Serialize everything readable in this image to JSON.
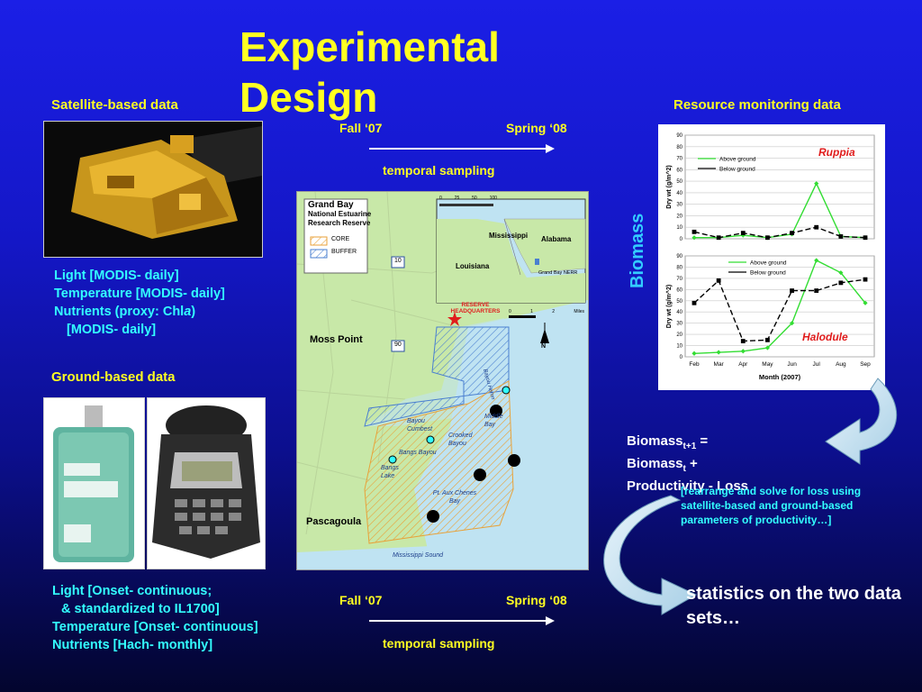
{
  "slide": {
    "title": "Experimental Design",
    "satellite_header": "Satellite-based data",
    "ground_header": "Ground-based data",
    "resource_header": "Resource monitoring data",
    "satellite_list": [
      "Light [MODIS- daily]",
      "Temperature [MODIS- daily]",
      "Nutrients (proxy: Chl",
      "a",
      ")",
      "[MODIS- daily]"
    ],
    "ground_list": [
      "Light [Onset- continuous;",
      "& standardized to IL1700]",
      "Temperature [Onset- continuous]",
      "Nutrients [Hach- monthly]"
    ],
    "temporal_top": {
      "start": "Fall ‘07",
      "end": "Spring ‘08",
      "label": "temporal sampling"
    },
    "temporal_bottom": {
      "start": "Fall ‘07",
      "end": "Spring ‘08",
      "label": "temporal sampling"
    },
    "biomass_axis_label": "Biomass",
    "equation": {
      "l1": "Biomass",
      "l1sub": "t+1",
      "l1end": " =",
      "l2": "Biomass",
      "l2sub": "t",
      "l2end": " +",
      "l3": "Productivity - Loss"
    },
    "note": "[rearrange and solve for loss using satellite-based and ground-based parameters of productivity…]",
    "statistics": "statistics on the two data sets…"
  },
  "map": {
    "title_lines": [
      "Grand Bay",
      "National Estuarine",
      "Research Reserve"
    ],
    "legend": [
      "CORE",
      "BUFFER"
    ],
    "inset_labels": [
      "Mississippi",
      "Alabama",
      "Louisiana",
      "Grand Bay NERR"
    ],
    "places": [
      "Moss Point",
      "Pascagoula",
      "RESERVE HEADQUARTERS",
      "Bayou Cumbest",
      "Crooked Bayou",
      "Bangs Bayou",
      "Bangs Lake",
      "Middle Bay",
      "Pt. Aux Chenes Bay",
      "Mississippi Sound",
      "Bayou Heron"
    ],
    "scale": [
      "0",
      "1",
      "2",
      "Miles"
    ],
    "inset_scale": [
      "0",
      "25",
      "50",
      "100"
    ],
    "roads": [
      "10",
      "90"
    ],
    "north": "N"
  },
  "chart_data": [
    {
      "type": "line",
      "title": "",
      "annotation": "Ruppia",
      "ylabel": "Dry wt (g/m^2)",
      "ylim": [
        0,
        90
      ],
      "yticks": [
        0,
        10,
        20,
        30,
        40,
        50,
        60,
        70,
        80,
        90
      ],
      "categories": [
        "Feb",
        "Mar",
        "Apr",
        "May",
        "Jun",
        "Jul",
        "Aug",
        "Sep"
      ],
      "series": [
        {
          "name": "Above ground",
          "values": [
            1,
            1,
            3,
            1,
            4,
            48,
            2,
            1
          ],
          "color": "#33dd33"
        },
        {
          "name": "Below ground",
          "values": [
            6,
            1,
            5,
            1,
            5,
            10,
            2,
            1
          ],
          "color": "#000000"
        }
      ]
    },
    {
      "type": "line",
      "title": "",
      "annotation": "Halodule",
      "ylabel": "Dry wt (g/m^2)",
      "xlabel": "Month (2007)",
      "ylim": [
        0,
        90
      ],
      "yticks": [
        0,
        10,
        20,
        30,
        40,
        50,
        60,
        70,
        80,
        90
      ],
      "categories": [
        "Feb",
        "Mar",
        "Apr",
        "May",
        "Jun",
        "Jul",
        "Aug",
        "Sep"
      ],
      "series": [
        {
          "name": "Above ground",
          "values": [
            3,
            4,
            5,
            8,
            30,
            86,
            75,
            48
          ],
          "color": "#33dd33"
        },
        {
          "name": "Below ground",
          "values": [
            48,
            68,
            14,
            15,
            59,
            59,
            66,
            69
          ],
          "color": "#000000"
        }
      ]
    }
  ]
}
